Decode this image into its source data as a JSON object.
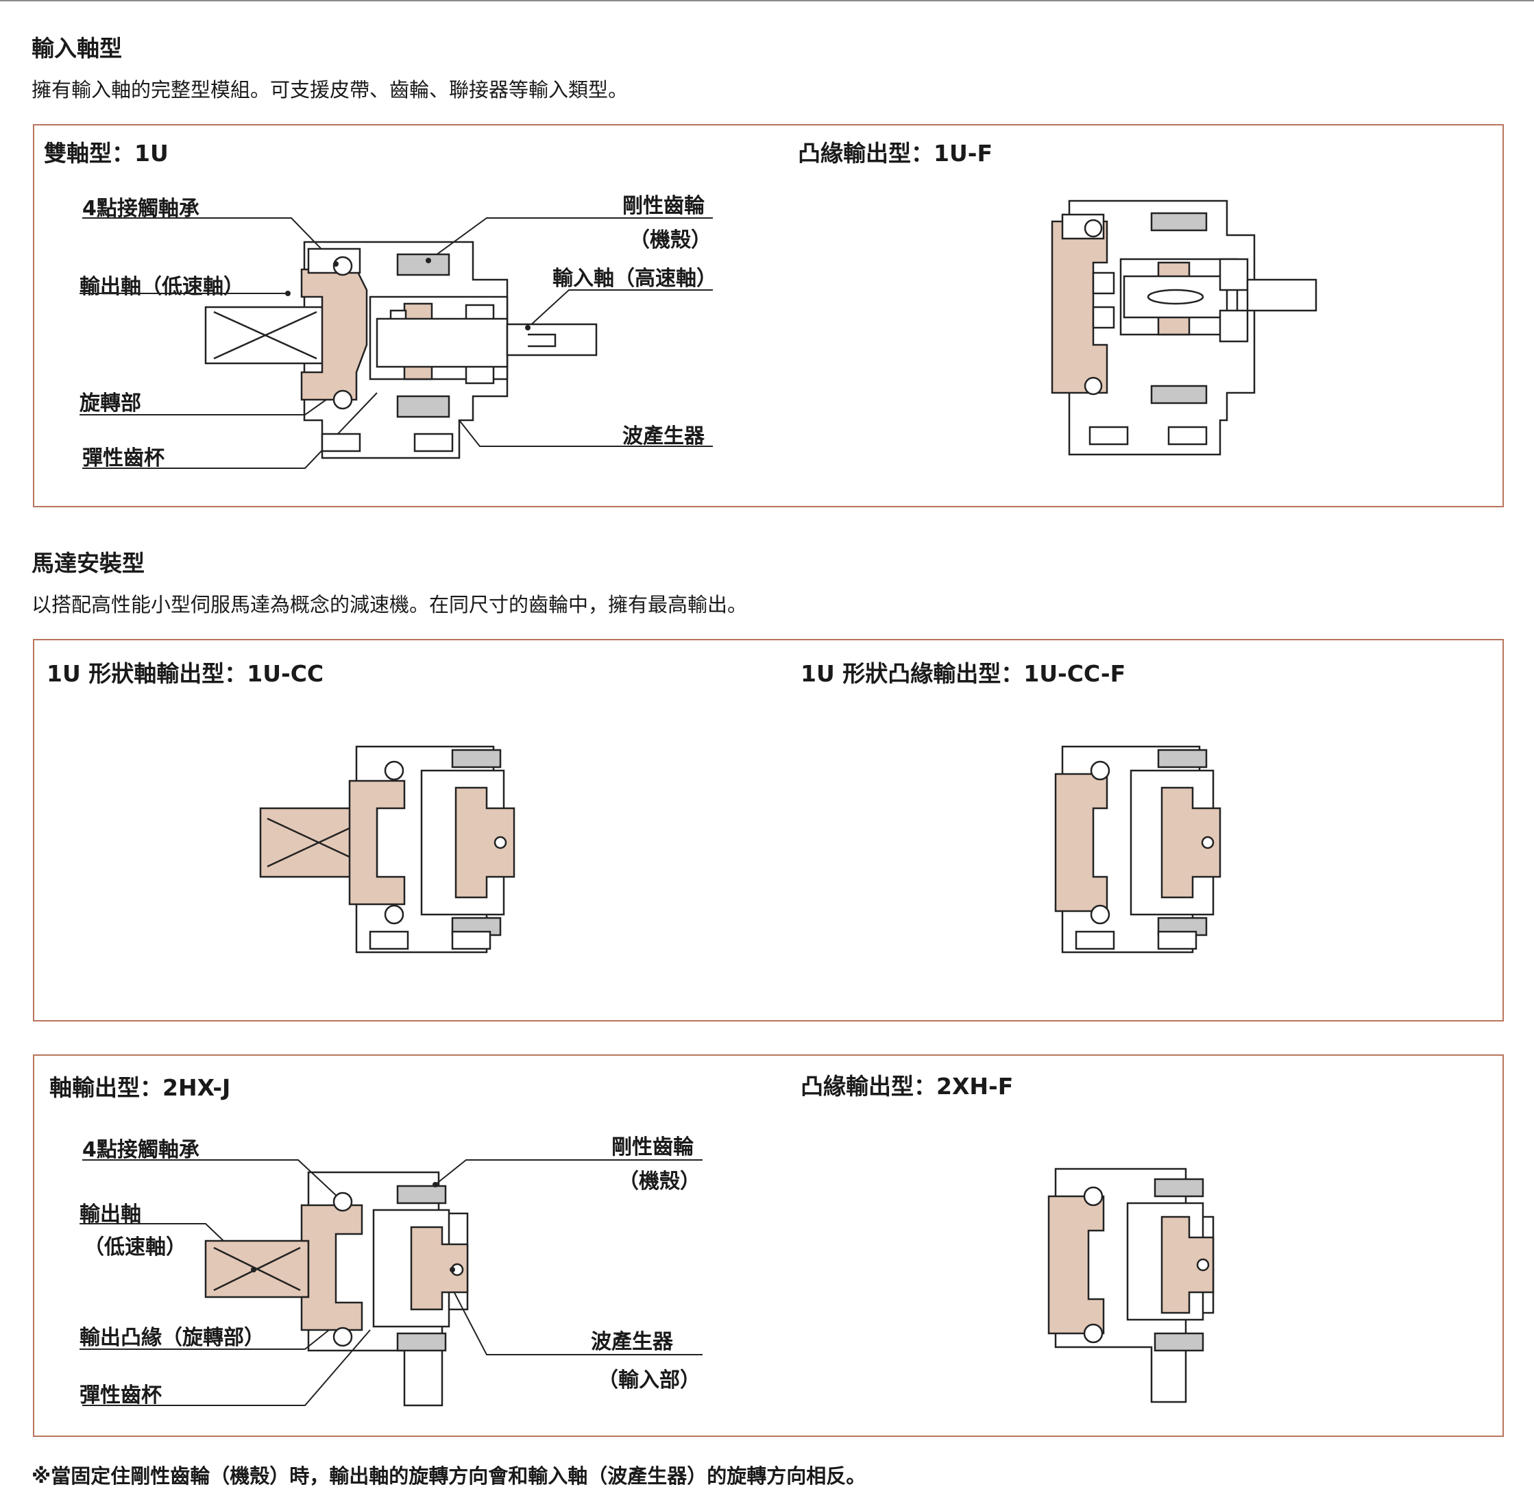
{
  "section1": {
    "title": "輸入軸型",
    "desc": "擁有輸入軸的完整型模組。可支援皮帶、齒輪、聯接器等輸入類型。",
    "left_title": "雙軸型：1U",
    "right_title": "凸緣輸出型：1U-F",
    "labels": {
      "bearing": "4點接觸軸承",
      "output_shaft": "輸出軸（低速軸）",
      "rotating": "旋轉部",
      "flexspline": "彈性齒杯",
      "circular_spline": "剛性齒輪",
      "housing": "（機殼）",
      "input_shaft": "輸入軸（高速軸）",
      "wave_generator": "波產生器"
    }
  },
  "section2": {
    "title": "馬達安裝型",
    "desc": "以搭配高性能小型伺服馬達為概念的減速機。在同尺寸的齒輪中，擁有最高輸出。",
    "left_title": "1U 形狀軸輸出型：1U-CC",
    "right_title": "1U 形狀凸緣輸出型：1U-CC-F"
  },
  "section3": {
    "left_title": "軸輸出型：2HX-J",
    "right_title": "凸緣輸出型：2XH-F",
    "labels": {
      "bearing": "4點接觸軸承",
      "output_shaft": "輸出軸",
      "low_speed": "（低速軸）",
      "output_flange": "輸出凸緣（旋轉部）",
      "flexspline": "彈性齒杯",
      "circular_spline": "剛性齒輪",
      "housing": "（機殼）",
      "wave_generator": "波產生器",
      "input_part": "（輸入部）"
    }
  },
  "footnote": "※當固定住剛性齒輪（機殼）時，輸出軸的旋轉方向會和輸入軸（波產生器）的旋轉方向相反。",
  "colors": {
    "panel_border": "#b8745c",
    "part_tan": "#e2c8b7",
    "part_gray": "#c7c7c7"
  }
}
